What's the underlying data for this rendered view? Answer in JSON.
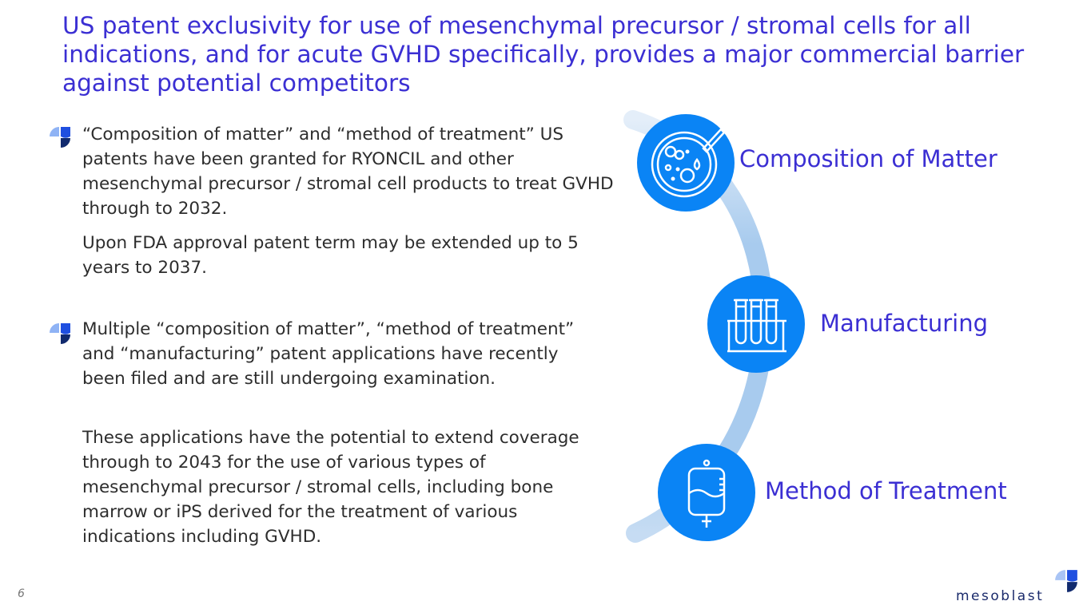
{
  "title": "US patent exclusivity for use of mesenchymal precursor / stromal cells for all indications, and for acute GVHD specifically, provides a major commercial barrier against potential competitors",
  "bullets": [
    {
      "paragraphs": [
        "“Composition of matter” and “method of treatment” US patents have been granted for RYONCIL and other mesenchymal precursor / stromal cell products to treat GVHD through to 2032.",
        "Upon FDA approval patent term may be extended up to 5 years to 2037."
      ]
    },
    {
      "paragraphs": [
        "Multiple “composition of matter”, “method of treatment” and “manufacturing” patent applications have recently been filed and are still undergoing examination.",
        "These applications have the potential to extend coverage through to 2043 for the use of various types of mesenchymal precursor / stromal cells, including bone marrow or iPS derived for the treatment of various indications including GVHD."
      ]
    }
  ],
  "stages": [
    {
      "label": "Composition of Matter",
      "icon": "petri-dish-icon"
    },
    {
      "label": "Manufacturing",
      "icon": "test-tubes-icon"
    },
    {
      "label": "Method of Treatment",
      "icon": "iv-bag-icon"
    }
  ],
  "page_number": "6",
  "logo": "mesoblast",
  "colors": {
    "accent": "#3b2fd3",
    "circle": "#0a84f5",
    "arc": "#a8cbee"
  }
}
